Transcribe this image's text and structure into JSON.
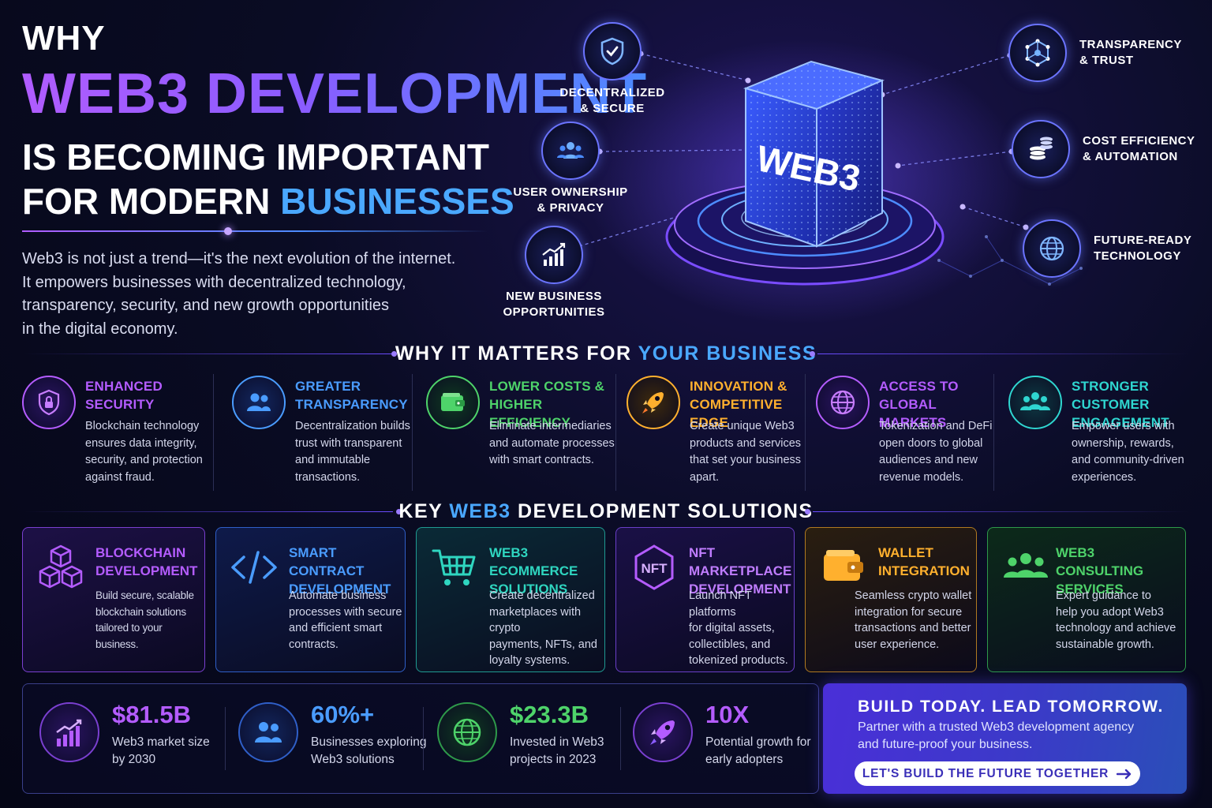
{
  "header": {
    "line1": "WHY",
    "line2": "WEB3 DEVELOPMENT",
    "line3": "IS BECOMING IMPORTANT",
    "line4_prefix": "FOR MODERN ",
    "line4_accent": "BUSINESSES",
    "intro": [
      "Web3 is not just a trend—it's the next evolution of the internet.",
      "It empowers businesses with decentralized technology,",
      "transparency, security, and new growth opportunities",
      "in the digital economy."
    ]
  },
  "hero": {
    "cube_label": "WEB3",
    "features": [
      {
        "line1": "DECENTRALIZED",
        "line2": "& SECURE",
        "icon": "shield-check-icon"
      },
      {
        "line1": "USER OWNERSHIP",
        "line2": "& PRIVACY",
        "icon": "users-icon"
      },
      {
        "line1": "NEW BUSINESS",
        "line2": "OPPORTUNITIES",
        "icon": "growth-chart-icon"
      },
      {
        "line1": "TRANSPARENCY",
        "line2": "& TRUST",
        "icon": "network-icon"
      },
      {
        "line1": "COST EFFICIENCY",
        "line2": "& AUTOMATION",
        "icon": "coins-icon"
      },
      {
        "line1": "FUTURE-READY",
        "line2": "TECHNOLOGY",
        "icon": "globe-icon"
      }
    ]
  },
  "why_section": {
    "title_prefix": "WHY IT MATTERS FOR ",
    "title_accent": "YOUR BUSINESS",
    "items": [
      {
        "title1": "ENHANCED",
        "title2": "SECURITY",
        "color": "#b45cff",
        "icon": "lock-shield-icon",
        "text": [
          "Blockchain technology",
          "ensures data integrity,",
          "security, and protection",
          "against fraud."
        ]
      },
      {
        "title1": "GREATER",
        "title2": "TRANSPARENCY",
        "color": "#4a9cff",
        "icon": "people-icon",
        "text": [
          "Decentralization builds",
          "trust with transparent",
          "and immutable",
          "transactions."
        ]
      },
      {
        "title1": "LOWER COSTS &",
        "title2": "HIGHER EFFICIENCY",
        "color": "#4ed36a",
        "icon": "wallet-icon",
        "text": [
          "Eliminate intermediaries",
          "and automate processes",
          "with smart contracts."
        ]
      },
      {
        "title1": "INNOVATION &",
        "title2": "COMPETITIVE EDGE",
        "color": "#ffb02e",
        "icon": "rocket-icon",
        "text": [
          "Create unique Web3",
          "products and services",
          "that set your business",
          "apart."
        ]
      },
      {
        "title1": "ACCESS TO GLOBAL",
        "title2": "MARKETS",
        "color": "#b45cff",
        "icon": "globe-icon",
        "text": [
          "Tokenization and DeFi",
          "open doors to global",
          "audiences and new",
          "revenue models."
        ]
      },
      {
        "title1": "STRONGER CUSTOMER",
        "title2": "ENGAGEMENT",
        "color": "#2fd6d0",
        "icon": "community-icon",
        "text": [
          "Empower users with",
          "ownership, rewards,",
          "and community-driven",
          "experiences."
        ]
      }
    ]
  },
  "solutions_section": {
    "title_prefix": "KEY ",
    "title_accent": "WEB3",
    "title_suffix": " DEVELOPMENT SOLUTIONS",
    "items": [
      {
        "title1": "BLOCKCHAIN",
        "title2": "DEVELOPMENT",
        "color": "#b45cff",
        "icon": "blocks-icon",
        "text": [
          "Build secure, scalable",
          "blockchain solutions",
          "tailored to your business."
        ]
      },
      {
        "title1": "SMART CONTRACT",
        "title2": "DEVELOPMENT",
        "color": "#4a9cff",
        "icon": "code-icon",
        "text": [
          "Automate business",
          "processes with secure",
          "and efficient smart",
          "contracts."
        ]
      },
      {
        "title1": "WEB3 ECOMMERCE",
        "title2": "SOLUTIONS",
        "color": "#2fd6c0",
        "icon": "cart-icon",
        "text": [
          "Create decentralized",
          "marketplaces with crypto",
          "payments, NFTs, and",
          "loyalty systems."
        ]
      },
      {
        "title1": "NFT MARKETPLACE",
        "title2": "DEVELOPMENT",
        "color": "#b45cff",
        "icon": "nft-icon",
        "text": [
          "Launch NFT platforms",
          "for digital assets,",
          "collectibles, and",
          "tokenized products."
        ]
      },
      {
        "title1": "WALLET",
        "title2": "INTEGRATION",
        "color": "#ffb02e",
        "icon": "wallet-icon",
        "text": [
          "Seamless crypto wallet",
          "integration for secure",
          "transactions and better",
          "user experience."
        ]
      },
      {
        "title1": "WEB3 CONSULTING",
        "title2": "SERVICES",
        "color": "#4ed36a",
        "icon": "team-icon",
        "text": [
          "Expert guidance to",
          "help you adopt Web3",
          "technology and achieve",
          "sustainable growth."
        ]
      }
    ]
  },
  "stats": [
    {
      "value": "$81.5B",
      "line1": "Web3 market size",
      "line2": "by 2030",
      "color": "#b45cff",
      "icon": "bar-chart-icon"
    },
    {
      "value": "60%+",
      "line1": "Businesses exploring",
      "line2": "Web3 solutions",
      "color": "#4a9cff",
      "icon": "people-icon"
    },
    {
      "value": "$23.3B",
      "line1": "Invested in Web3",
      "line2": "projects in 2023",
      "color": "#4ed36a",
      "icon": "globe-icon"
    },
    {
      "value": "10X",
      "line1": "Potential growth for",
      "line2": "early adopters",
      "color": "#b45cff",
      "icon": "rocket-icon"
    }
  ],
  "cta": {
    "title": "BUILD TODAY. LEAD TOMORROW.",
    "line1": "Partner with a trusted Web3 development agency",
    "line2": "and future-proof your business.",
    "button": "LET'S BUILD THE FUTURE TOGETHER"
  }
}
